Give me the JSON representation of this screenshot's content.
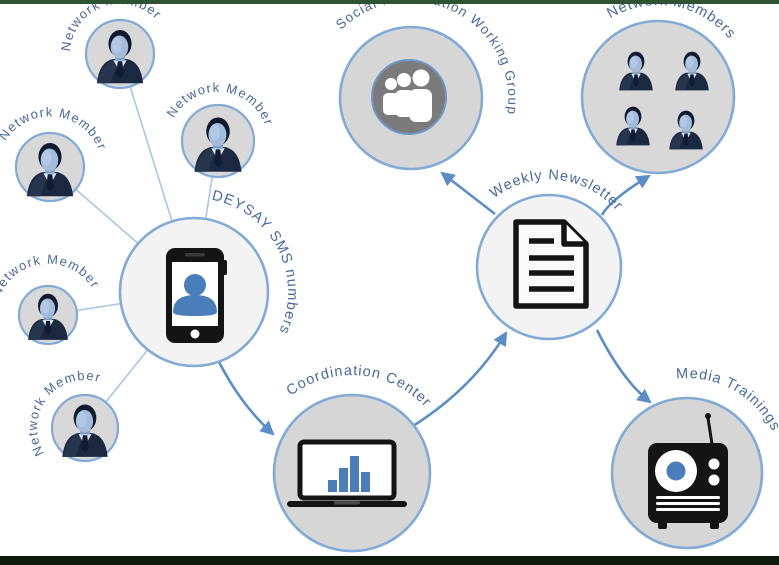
{
  "diagram": {
    "description": "Information flow diagram: network members send SMS to DEYSAY hub, data flows to Coordination Center, then Weekly Newsletter, which feeds Social Mobilization Working Group, Network Members and Media Trainings",
    "nodes": {
      "member1": {
        "label": "Network member"
      },
      "member2": {
        "label": "Network Member"
      },
      "member3": {
        "label": "Network Member"
      },
      "member4": {
        "label": "Network Member"
      },
      "member5": {
        "label": "Network Member"
      },
      "sms": {
        "label": "DEYSAY SMS numbers"
      },
      "coordination": {
        "label": "Coordination Center"
      },
      "newsletter": {
        "label": "Weekly Newsletter"
      },
      "smwg": {
        "label": "Social Mobilization Working Group"
      },
      "members_group": {
        "label": "Network Members"
      },
      "media": {
        "label": "Media Trainings"
      }
    },
    "icons": {
      "member": "businessman-bust-icon",
      "sms": "smartphone-contact-icon",
      "coordination": "laptop-bar-chart-icon",
      "newsletter": "document-icon",
      "smwg": "people-group-icon",
      "members_group": "four-businessman-busts-icon",
      "media": "radio-icon"
    },
    "edges": [
      {
        "from": "sms",
        "to": "member1",
        "type": "line"
      },
      {
        "from": "sms",
        "to": "member2",
        "type": "line"
      },
      {
        "from": "sms",
        "to": "member3",
        "type": "line"
      },
      {
        "from": "sms",
        "to": "member4",
        "type": "line"
      },
      {
        "from": "sms",
        "to": "member5",
        "type": "line"
      },
      {
        "from": "sms",
        "to": "coordination",
        "type": "arrow"
      },
      {
        "from": "coordination",
        "to": "newsletter",
        "type": "arrow"
      },
      {
        "from": "newsletter",
        "to": "smwg",
        "type": "arrow"
      },
      {
        "from": "newsletter",
        "to": "members_group",
        "type": "arrow"
      },
      {
        "from": "newsletter",
        "to": "media",
        "type": "arrow"
      }
    ],
    "colors": {
      "label_text": "#47699f",
      "circle_stroke": "#82aad6",
      "arrow": "#5b8dc8",
      "connector_line": "#aac6e4",
      "icon_blue": "#4a7ebb",
      "icon_black": "#141414",
      "node_fill_light": "#f3f3f3",
      "node_fill_gray": "#d6d6d6",
      "inner_circle_gray": "#7b7b7b",
      "top_border": "#2d5330",
      "bottom_border": "#10190c"
    }
  }
}
